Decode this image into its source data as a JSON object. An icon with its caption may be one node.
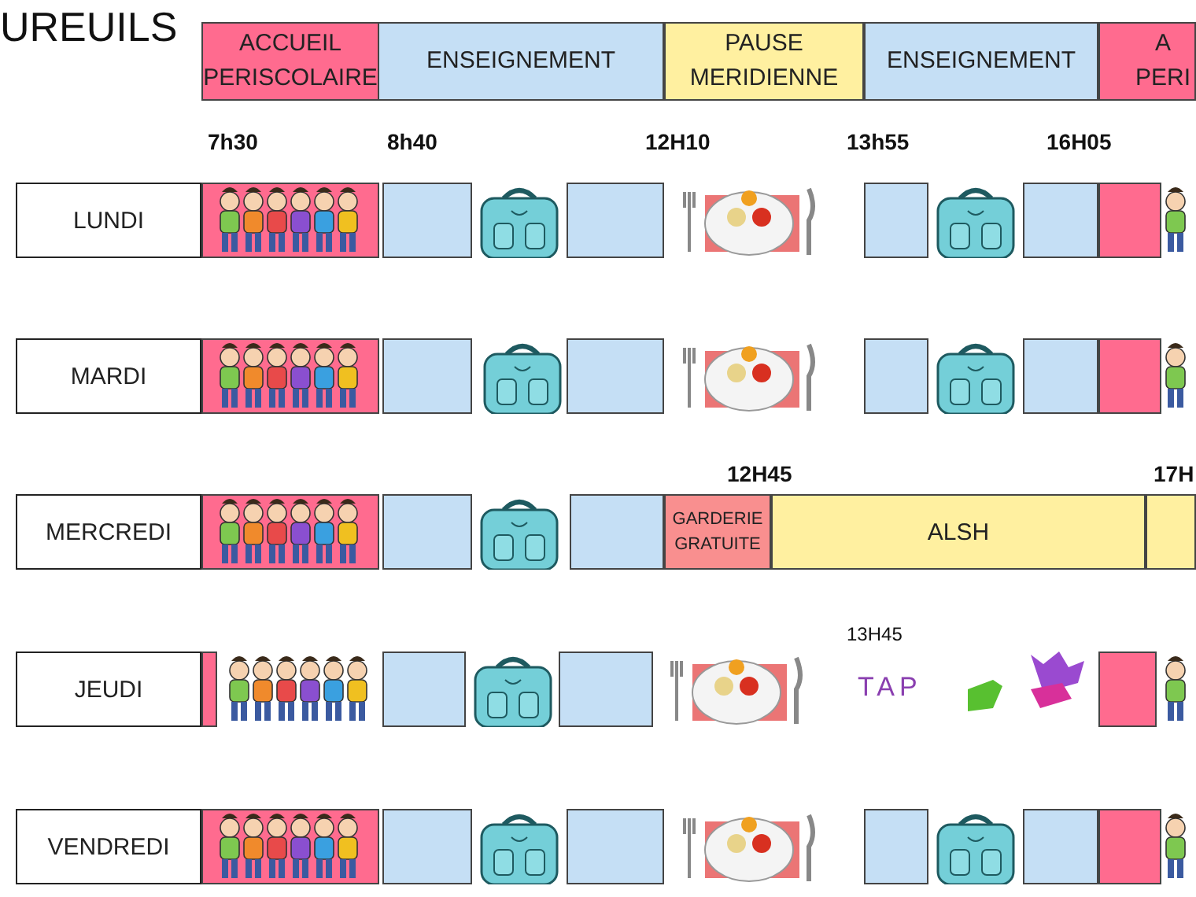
{
  "diagram": {
    "title": "UREUILS",
    "nodes": [
      {
        "text": [
          "ACCUEIL PERISCOLAIRE"
        ]
      },
      {
        "text": [
          "ENSEIGNEMENT"
        ]
      },
      {
        "text": [
          "PAUSE MERIDIENNE"
        ]
      },
      {
        "text": [
          "ENSEIGNEMENT"
        ]
      },
      {
        "text": [
          "A PERI"
        ]
      },
      {
        "text": [
          "LUNDI"
        ]
      },
      {
        "text": [],
        "shape": "box"
      },
      {
        "text": [],
        "shape": "box"
      },
      {
        "text": [],
        "shape": "box"
      },
      {
        "text": [],
        "shape": "box"
      },
      {
        "text": [],
        "shape": "box"
      },
      {
        "text": [],
        "shape": "box"
      },
      {
        "text": [
          "MARDI"
        ]
      },
      {
        "text": [],
        "shape": "box"
      },
      {
        "text": [],
        "shape": "box"
      },
      {
        "text": [],
        "shape": "box"
      },
      {
        "text": [],
        "shape": "box"
      },
      {
        "text": [],
        "shape": "box"
      },
      {
        "text": [],
        "shape": "box"
      },
      {
        "text": [
          "MERCREDI"
        ]
      },
      {
        "text": [],
        "shape": "box"
      },
      {
        "text": [],
        "shape": "box"
      },
      {
        "text": [],
        "shape": "box"
      },
      {
        "text": [
          "GARDERIE GRATUITE"
        ]
      },
      {
        "text": [
          "ALSH"
        ]
      },
      {
        "text": [],
        "shape": "box"
      },
      {
        "text": [
          "JEUDI"
        ]
      },
      {
        "text": [],
        "shape": "box"
      },
      {
        "text": [],
        "shape": "box"
      },
      {
        "text": [],
        "shape": "box"
      },
      {
        "text": [],
        "shape": "box"
      },
      {
        "text": [
          "VENDREDI"
        ]
      },
      {
        "text": [],
        "shape": "box"
      },
      {
        "text": [],
        "shape": "box"
      },
      {
        "text": [],
        "shape": "box"
      },
      {
        "text": [],
        "shape": "box"
      },
      {
        "text": [],
        "shape": "box"
      },
      {
        "text": [],
        "shape": "box"
      }
    ],
    "edges": [],
    "labels": [
      "7h30",
      "8h40",
      "12H10",
      "13h55",
      "16H05",
      "12H45",
      "17H",
      "13H45",
      "TAP"
    ]
  }
}
